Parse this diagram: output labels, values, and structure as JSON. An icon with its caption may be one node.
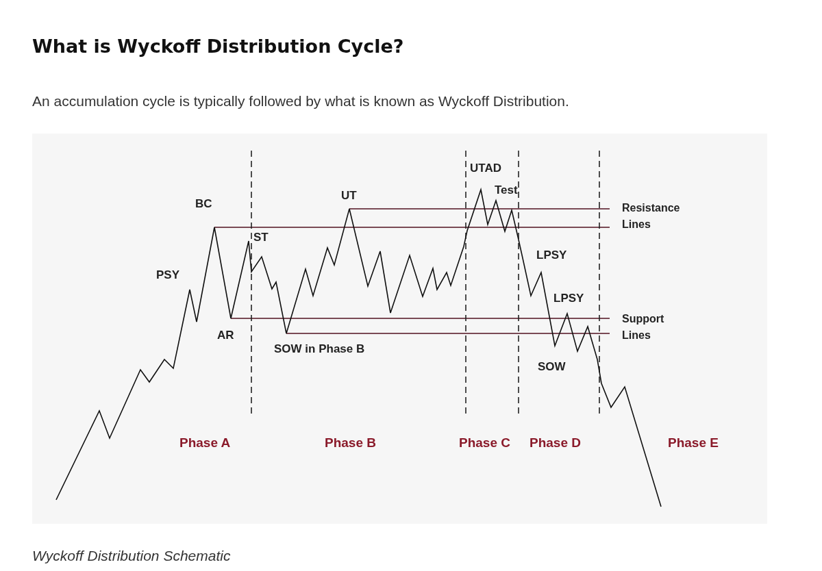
{
  "diagram": {
    "title": "What is Wyckoff Distribution Cycle?",
    "caption": "Wyckoff Distribution Schematic",
    "labels": [
      "An accumulation cycle is typically followed by what is known as Wyckoff Distribution.",
      "UTAD",
      "Test",
      "BC",
      "UT",
      "Resistance Lines",
      "ST",
      "LPSY",
      "PSY",
      "LPSY",
      "Support Lines",
      "AR",
      "SOW in Phase B",
      "SOW",
      "Phase A",
      "Phase B",
      "Phase C",
      "Phase D",
      "Phase E"
    ]
  }
}
